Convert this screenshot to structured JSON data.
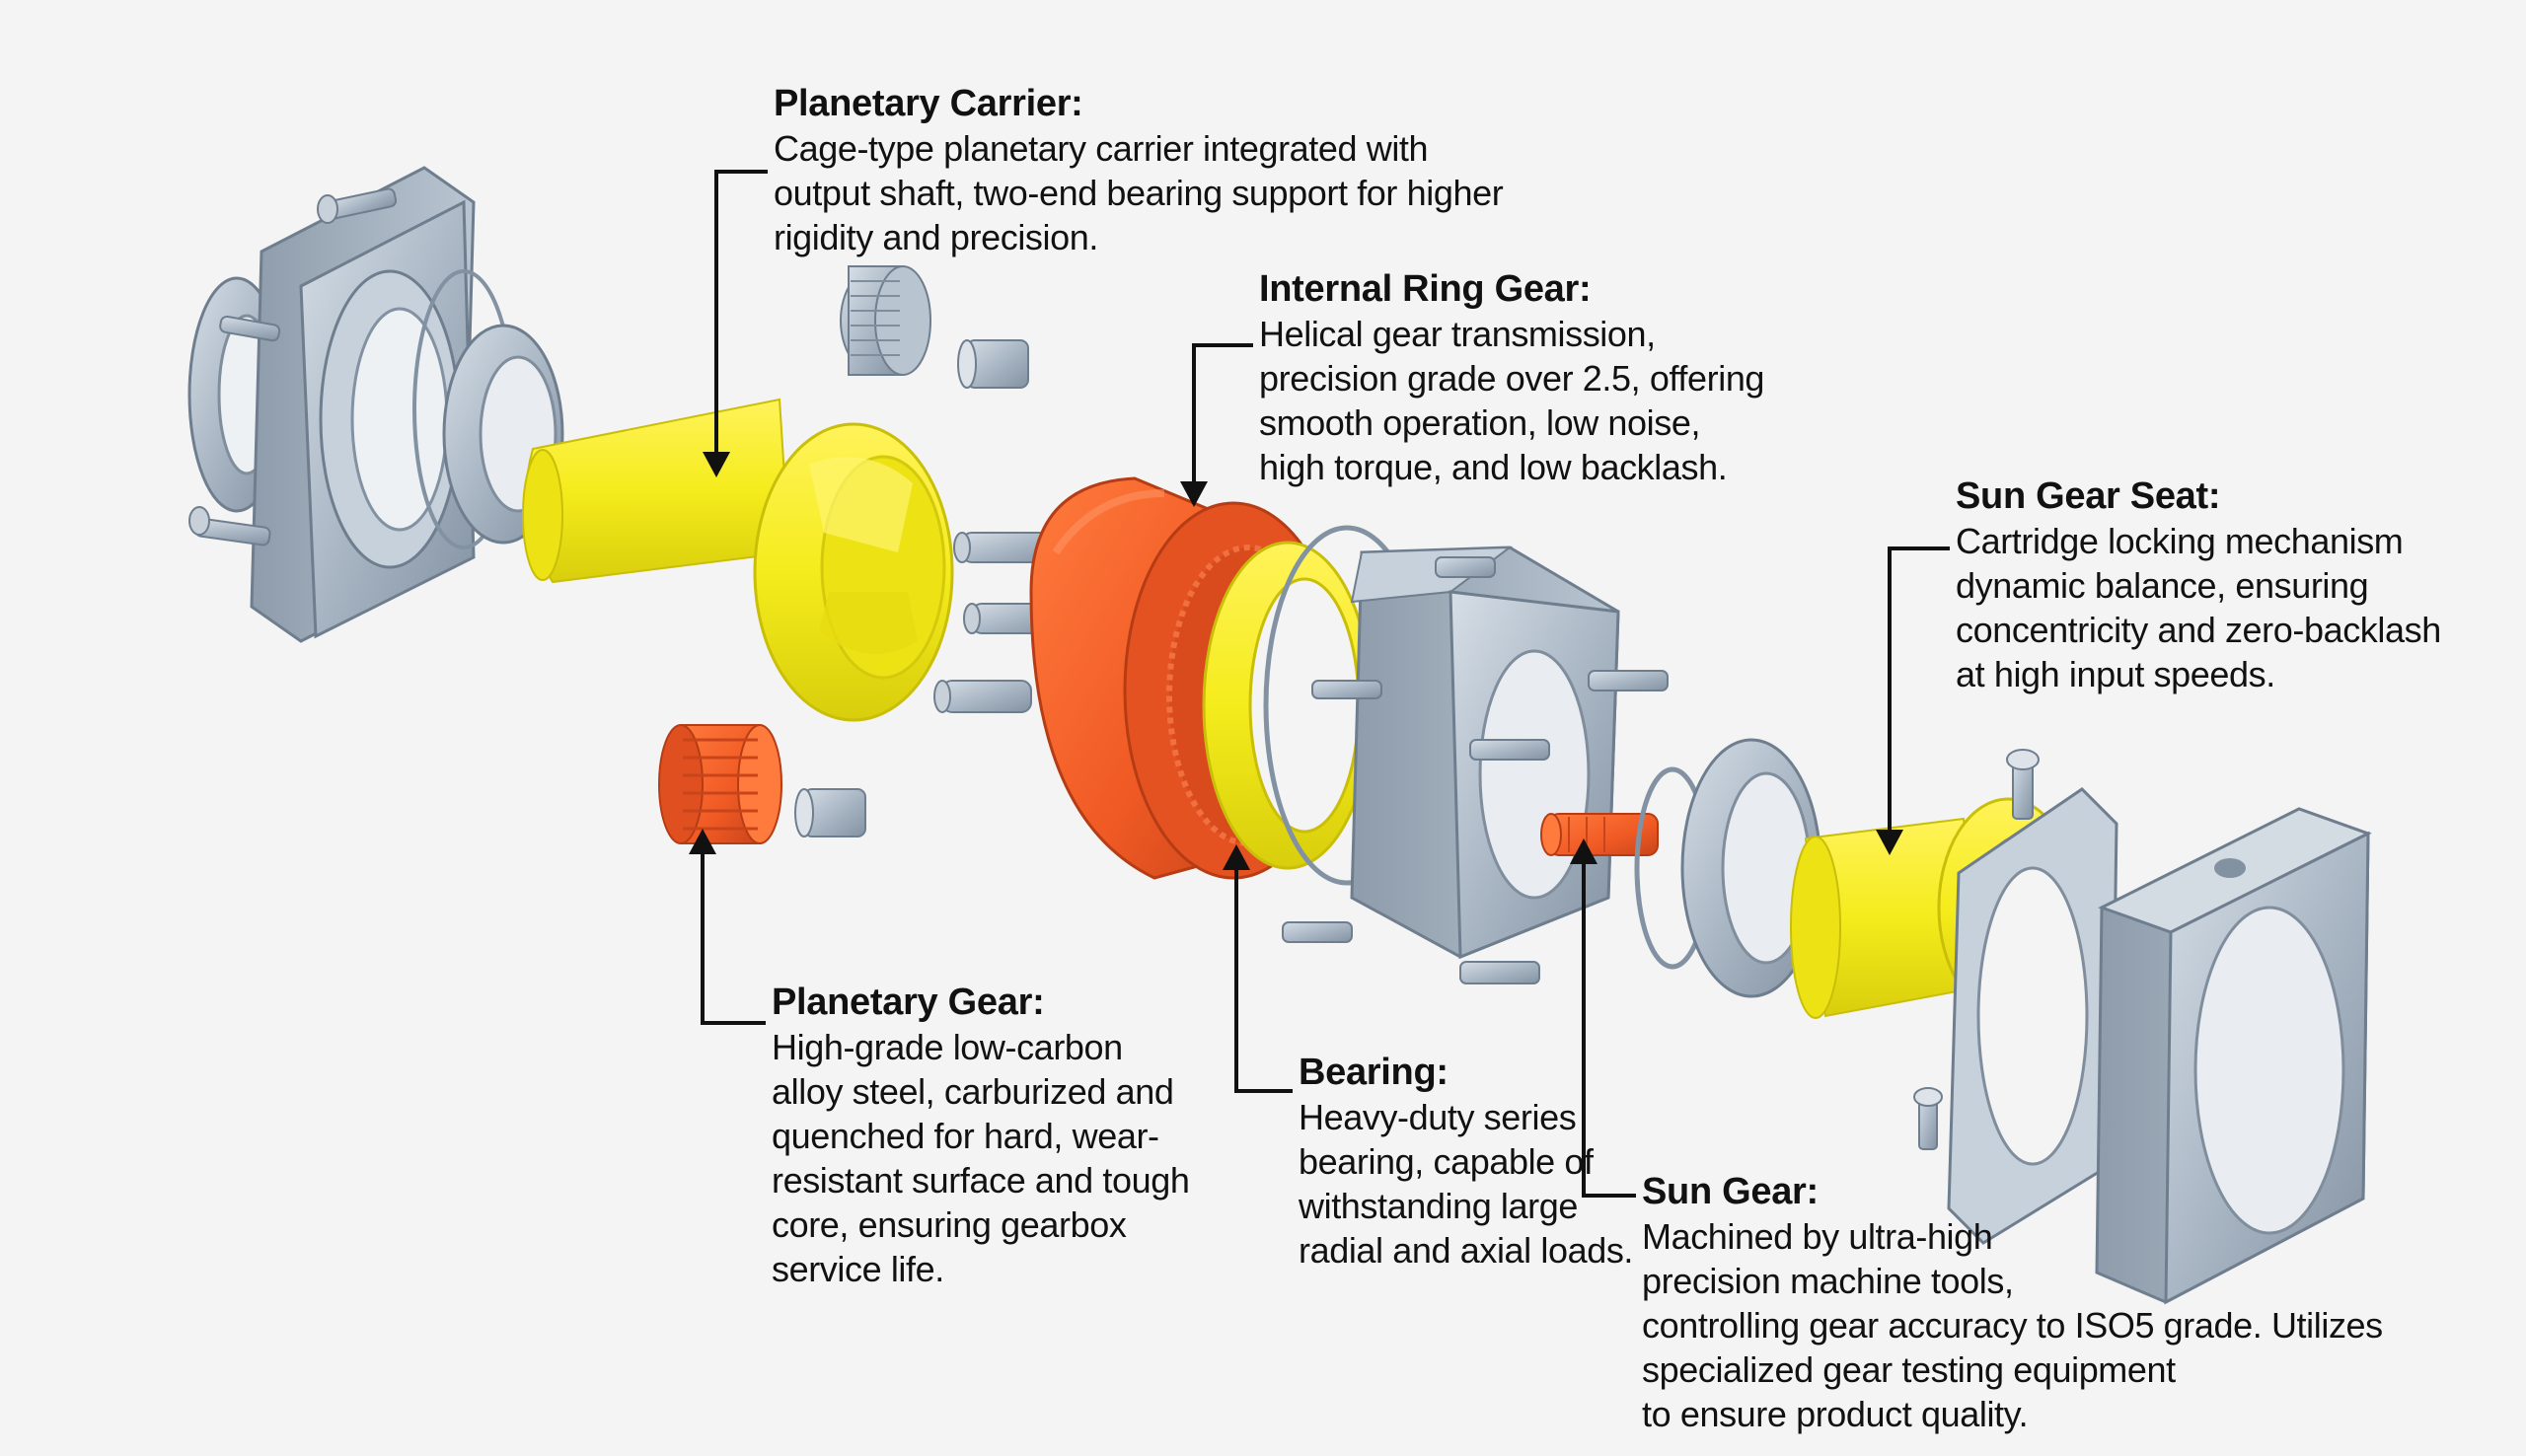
{
  "callouts": {
    "planetary_carrier": {
      "title": "Planetary Carrier:",
      "lines": [
        "Cage-type planetary carrier integrated with",
        "output shaft, two-end bearing support for higher",
        "rigidity and precision."
      ]
    },
    "internal_ring_gear": {
      "title": "Internal Ring Gear:",
      "lines": [
        "Helical gear transmission,",
        "precision grade over 2.5, offering",
        "smooth operation, low noise,",
        "high torque, and low backlash."
      ]
    },
    "sun_gear_seat": {
      "title": "Sun Gear Seat:",
      "lines": [
        "Cartridge locking mechanism",
        "dynamic balance, ensuring",
        "concentricity and zero-backlash",
        "at high input speeds."
      ]
    },
    "planetary_gear": {
      "title": "Planetary Gear:",
      "lines": [
        "High-grade low-carbon",
        "alloy steel, carburized and",
        "quenched for hard, wear-",
        "resistant surface and tough",
        "core, ensuring gearbox",
        "service life."
      ]
    },
    "bearing": {
      "title": "Bearing:",
      "lines": [
        "Heavy-duty series",
        "bearing, capable of",
        "withstanding large",
        "radial and axial loads."
      ]
    },
    "sun_gear": {
      "title": "Sun Gear:",
      "lines": [
        "Machined by ultra-high",
        "precision machine tools,",
        "controlling gear accuracy to ISO5 grade. Utilizes",
        "specialized gear testing equipment",
        "to ensure product quality."
      ]
    }
  },
  "colors": {
    "background": "#f4f4f4",
    "steel": "#a9b6c4",
    "steel_dark": "#7f8d9c",
    "steel_light": "#d3dbe3",
    "yellow": "#f5ec1c",
    "yellow_dark": "#d9cf10",
    "orange": "#f05a24",
    "orange_dark": "#c8441a",
    "leader": "#111111"
  }
}
